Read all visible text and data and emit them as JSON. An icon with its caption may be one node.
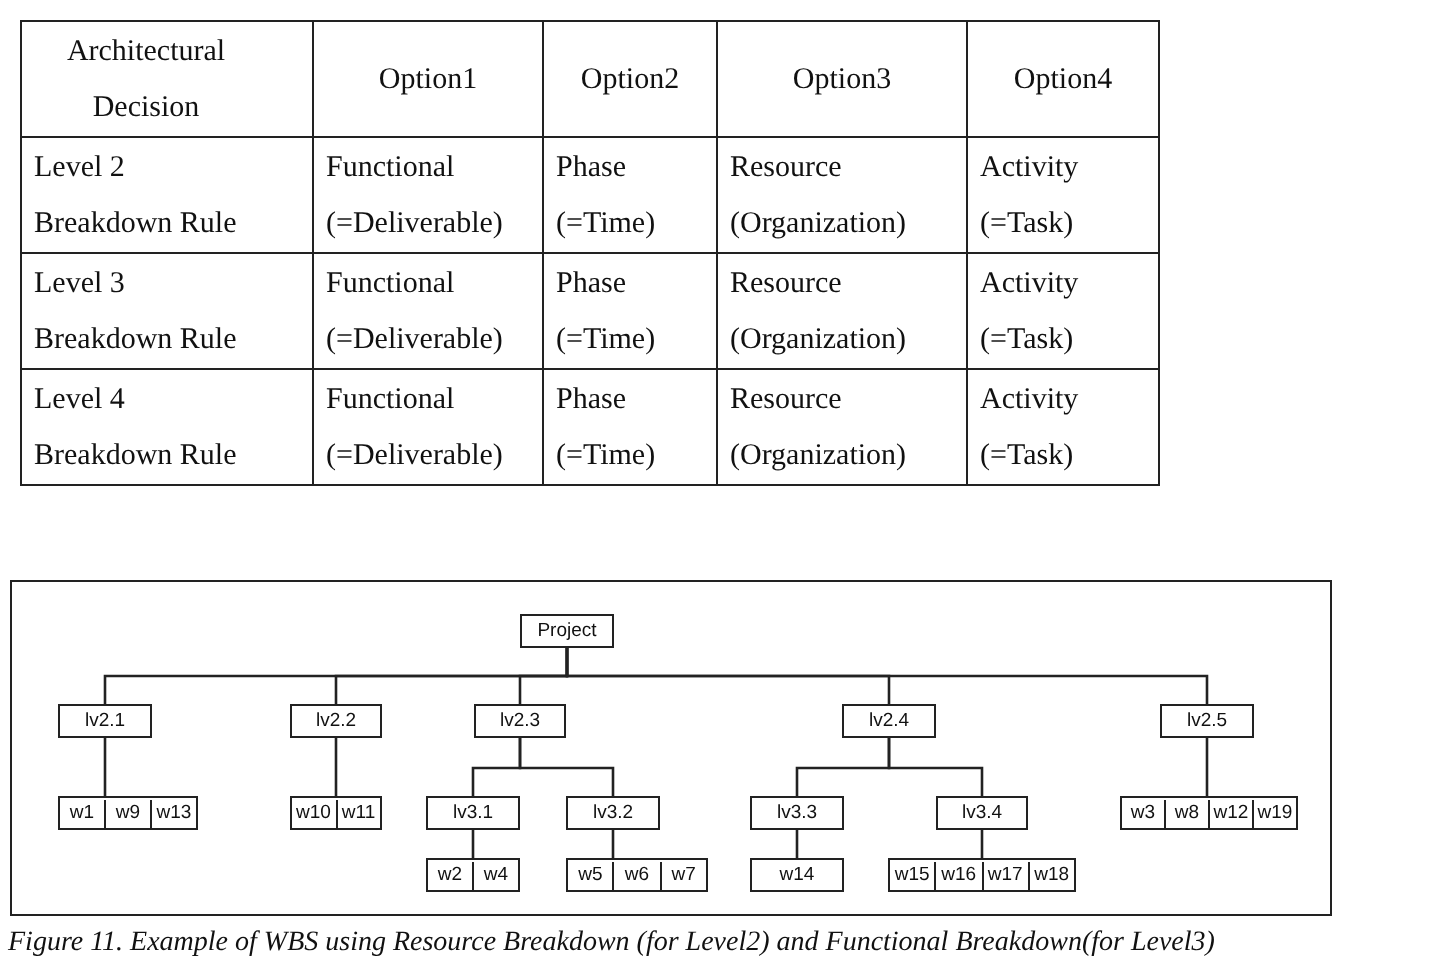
{
  "diagram": {
    "caption": "Figure 11. Example of WBS using Resource Breakdown (for Level2) and Functional Breakdown(for Level3)",
    "nodes": [
      {
        "text": [
          "Project"
        ]
      },
      {
        "text": [
          "lv2.1"
        ]
      },
      {
        "text": [
          "lv2.2"
        ]
      },
      {
        "text": [
          "lv2.3"
        ]
      },
      {
        "text": [
          "lv2.4"
        ]
      },
      {
        "text": [
          "lv2.5"
        ]
      },
      {
        "text": [
          "w1",
          "w9",
          "w13"
        ]
      },
      {
        "text": [
          "w10",
          "w11"
        ]
      },
      {
        "text": [
          "lv3.1"
        ]
      },
      {
        "text": [
          "lv3.2"
        ]
      },
      {
        "text": [
          "lv3.3"
        ]
      },
      {
        "text": [
          "lv3.4"
        ]
      },
      {
        "text": [
          "w3",
          "w8",
          "w12",
          "w19"
        ]
      },
      {
        "text": [
          "w2",
          "w4"
        ]
      },
      {
        "text": [
          "w5",
          "w6",
          "w7"
        ]
      },
      {
        "text": [
          "w14"
        ]
      },
      {
        "text": [
          "w15",
          "w16",
          "w17",
          "w18"
        ]
      }
    ],
    "edges": [
      {
        "from": 0,
        "to": 1,
        "arrow": "none"
      },
      {
        "from": 0,
        "to": 2,
        "arrow": "none"
      },
      {
        "from": 0,
        "to": 3,
        "arrow": "none"
      },
      {
        "from": 0,
        "to": 4,
        "arrow": "none"
      },
      {
        "from": 0,
        "to": 5,
        "arrow": "none"
      },
      {
        "from": 1,
        "to": 6,
        "arrow": "none"
      },
      {
        "from": 2,
        "to": 7,
        "arrow": "none"
      },
      {
        "from": 3,
        "to": 8,
        "arrow": "none"
      },
      {
        "from": 3,
        "to": 9,
        "arrow": "none"
      },
      {
        "from": 4,
        "to": 10,
        "arrow": "none"
      },
      {
        "from": 4,
        "to": 11,
        "arrow": "none"
      },
      {
        "from": 5,
        "to": 12,
        "arrow": "none"
      },
      {
        "from": 8,
        "to": 13,
        "arrow": "none"
      },
      {
        "from": 9,
        "to": 14,
        "arrow": "none"
      },
      {
        "from": 10,
        "to": 15,
        "arrow": "none"
      },
      {
        "from": 11,
        "to": 16,
        "arrow": "none"
      }
    ],
    "labels": [
      "Architectural Decision",
      "Option1",
      "Option2",
      "Option3",
      "Option4",
      "Level 2 Breakdown Rule",
      "Functional (=Deliverable)",
      "Phase (=Time)",
      "Resource (Organization)",
      "Activity (=Task)",
      "Level 3 Breakdown Rule",
      "Functional (=Deliverable)",
      "Phase (=Time)",
      "Resource (Organization)",
      "Activity (=Task)",
      "Level 4 Breakdown Rule",
      "Functional (=Deliverable)",
      "Phase (=Time)",
      "Resource (Organization)",
      "Activity (=Task)"
    ]
  }
}
